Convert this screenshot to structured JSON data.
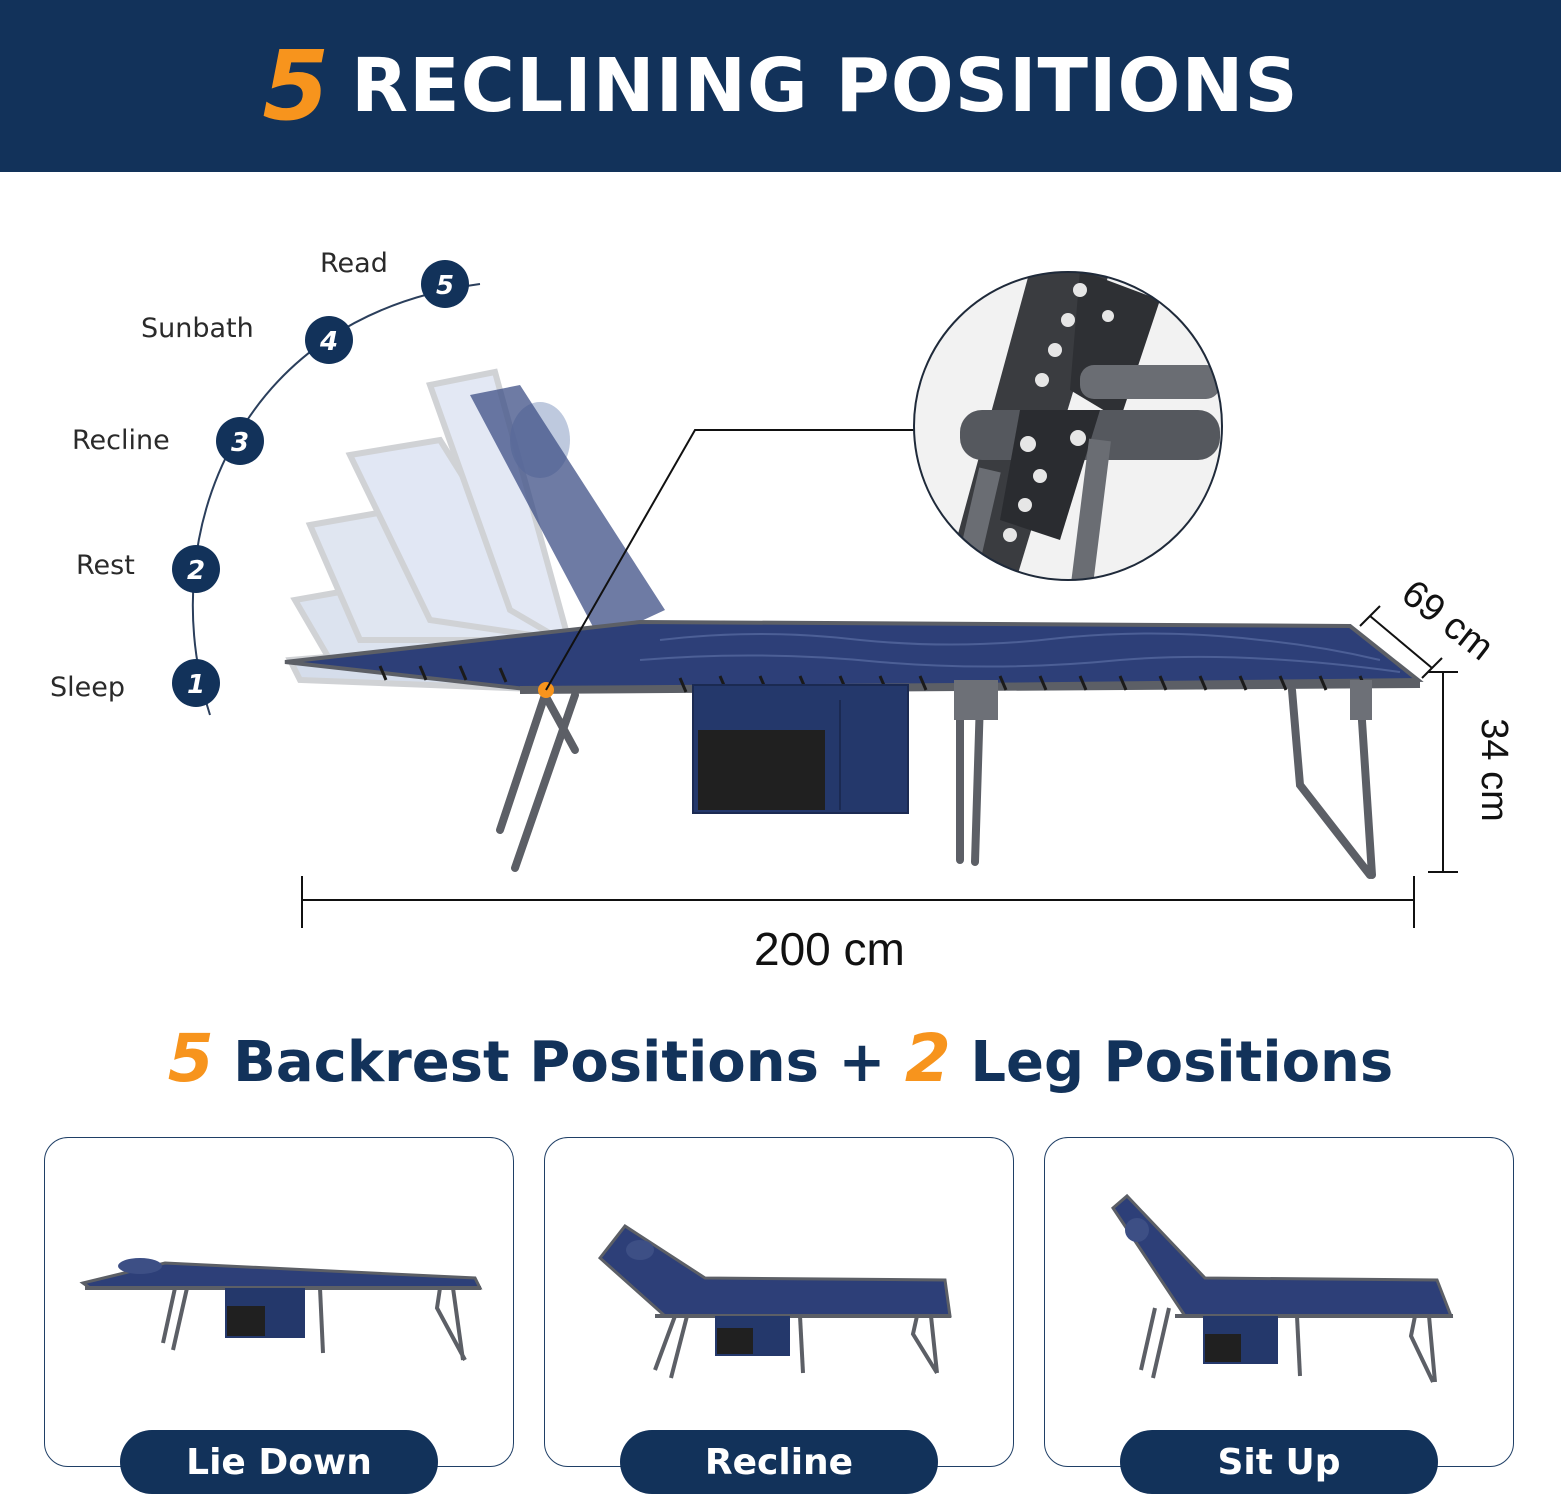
{
  "header": {
    "number": "5",
    "title": "RECLINING POSITIONS"
  },
  "positions": [
    {
      "number": "1",
      "label": "Sleep"
    },
    {
      "number": "2",
      "label": "Rest"
    },
    {
      "number": "3",
      "label": "Recline"
    },
    {
      "number": "4",
      "label": "Sunbath"
    },
    {
      "number": "5",
      "label": "Read"
    }
  ],
  "dimensions": {
    "length": "200 cm",
    "width": "69 cm",
    "height": "34 cm"
  },
  "subtitle": {
    "backrest_count": "5",
    "backrest_text": "Backrest Positions +",
    "leg_count": "2",
    "leg_text": "Leg Positions"
  },
  "cards": [
    {
      "label": "Lie Down"
    },
    {
      "label": "Recline"
    },
    {
      "label": "Sit Up"
    }
  ],
  "colors": {
    "navy": "#12325a",
    "orange": "#f7941d",
    "fabric": "#2d3f78",
    "frame": "#5c5f66"
  }
}
